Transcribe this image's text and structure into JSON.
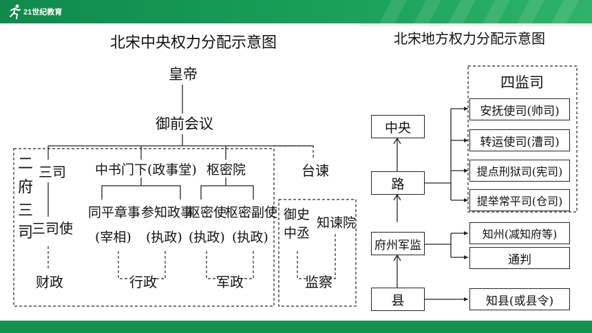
{
  "left": {
    "title": "北宋中央权力分配示意图",
    "emperor": "皇帝",
    "meeting": "御前会议",
    "two_fu_chars": [
      "二",
      "府",
      "三",
      "司"
    ],
    "sansi": "三司",
    "sansi_shi": "三司使",
    "caizheng": "财政",
    "zhongshu": "中书门下(政事堂)",
    "tongping": "同平章事",
    "zaixiang": "(宰相)",
    "canzhi": "参知政事",
    "zhizheng1": "(执政)",
    "xingzheng": "行政",
    "shumi": "枢密院",
    "shumishi": "枢密使",
    "shumifushi": "枢密副使",
    "zhizheng2": "(执政)",
    "zhizheng3": "(执政)",
    "junzheng": "军政",
    "taijian": "台谏",
    "yushi": "御史",
    "zhongcheng": "中丞",
    "zhijianyuan": "知谏院",
    "jiancha": "监察"
  },
  "right": {
    "title": "北宋地方权力分配示意图",
    "sijiansi": "四监司",
    "zhongyang": "中央",
    "lu": "路",
    "fuzhou": "府州军监",
    "xian": "县",
    "anfu": "安抚使司(帅司)",
    "zhuanyun": "转运使司(漕司)",
    "tidian": "提点刑狱司(宪司)",
    "tiju": "提举常平司(仓司)",
    "zhizhou": "知州(减知府等)",
    "tongpan": "通判",
    "zhixian": "知县(或县令)"
  },
  "colors": {
    "header": "#18a058",
    "footer": "#12924f"
  },
  "icons": [
    "runner-logo-icon"
  ],
  "brand": "21世纪教育"
}
